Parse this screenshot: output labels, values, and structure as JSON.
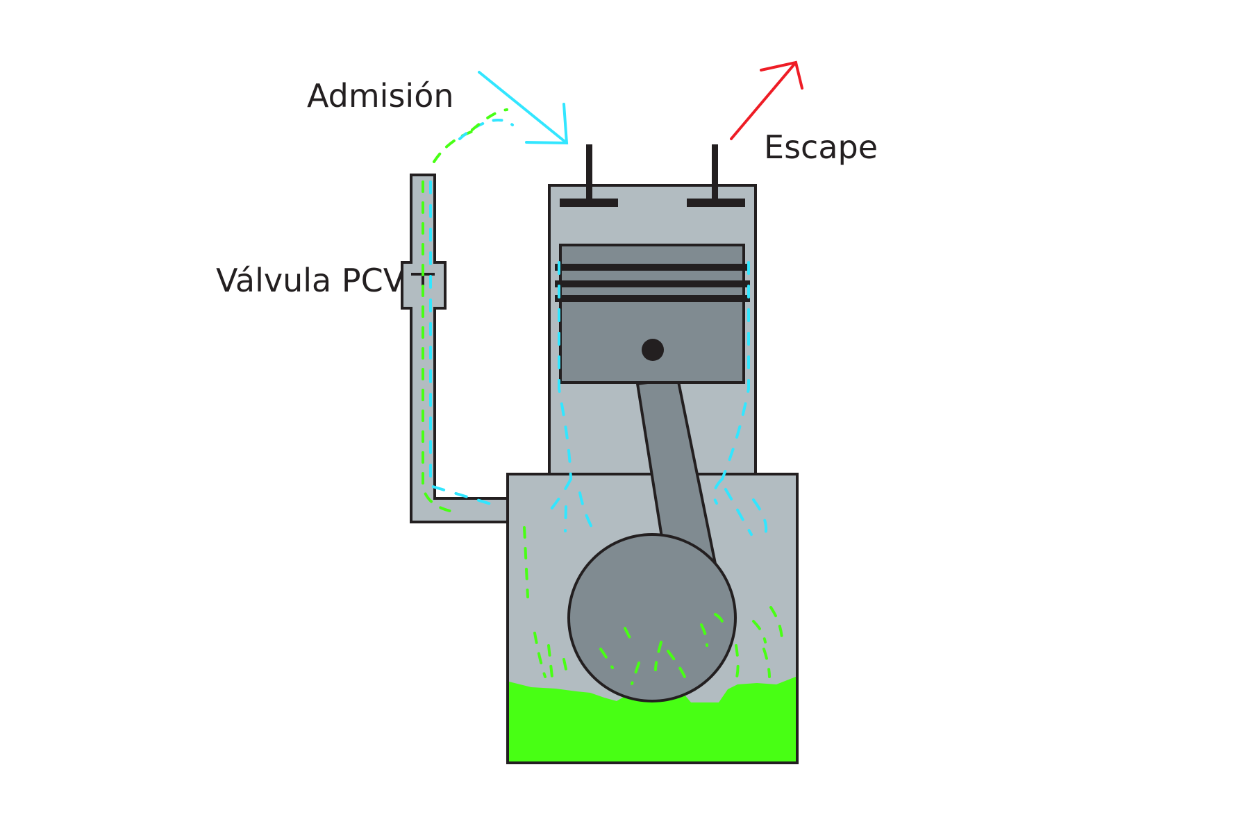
{
  "labels": {
    "intake": "Admisión",
    "exhaust": "Escape",
    "pcv_valve": "Válvula PCV"
  },
  "colors": {
    "background": "#ffffff",
    "engine_body": "#b2bcc1",
    "piston": "#808b91",
    "outline": "#231f20",
    "oil": "#48ff14",
    "blowby_green": "#48ff14",
    "intake_air": "#32e6ff",
    "exhaust_arrow": "#ee1c25"
  }
}
